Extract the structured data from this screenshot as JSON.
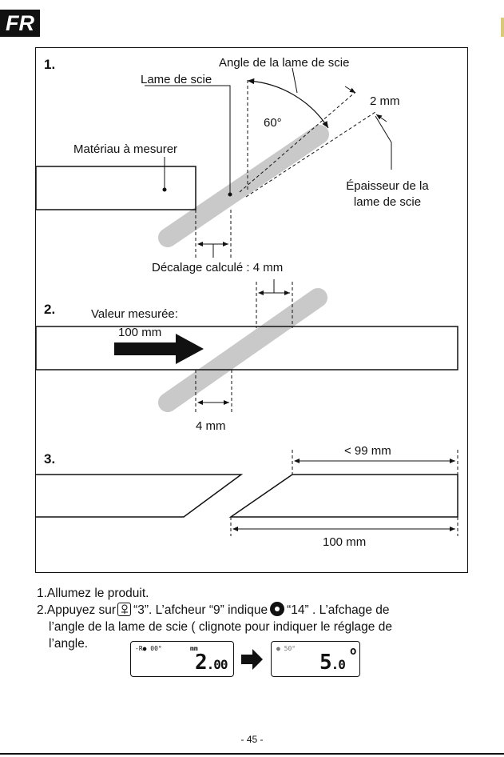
{
  "lang_badge": "FR",
  "step_numbers": [
    "1.",
    "2.",
    "3."
  ],
  "diagram1": {
    "blade_angle_label": "Angle de la lame de scie",
    "blade_label": "Lame de scie",
    "thickness_value": "2 mm",
    "angle_value": "60°",
    "material_label": "Matériau à mesurer",
    "thickness_label_line1": "Épaisseur de la",
    "thickness_label_line2": "lame de scie",
    "offset_label": "Décalage calculé : 4 mm"
  },
  "diagram2": {
    "measured_label": "Valeur mesurée:",
    "measured_value": "100 mm",
    "offset_value": "4 mm"
  },
  "diagram3": {
    "cut_length": "< 99 mm",
    "total_length": "100 mm"
  },
  "instructions": {
    "step1": "1.Allumez le produit.",
    "step2_a": "2.Appuyez sur",
    "step2_b": "“3”. L’afcheur “9” indique",
    "step2_c": "“14” . L’afchage de",
    "step2_line2": "l’angle de la lame de scie ( clignote pour indiquer le réglage de",
    "step2_line3": "l’angle."
  },
  "lcd1": {
    "small_left": "-R● 00°",
    "unit": "mm",
    "big": "2",
    "dec": ".00"
  },
  "lcd2": {
    "small_left": "● 50°",
    "big": "5",
    "dec": ".0",
    "deg": "o"
  },
  "page_number": "- 45 -"
}
